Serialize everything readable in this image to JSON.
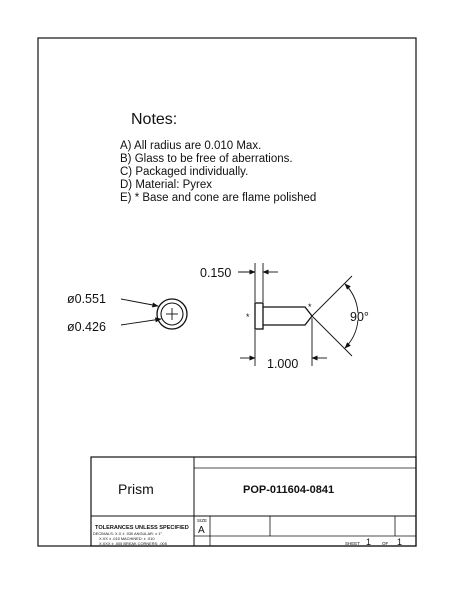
{
  "notes": {
    "title": "Notes:",
    "items": [
      "A) All radius are 0.010 Max.",
      "B) Glass to be free of aberrations.",
      "C) Packaged individually.",
      "D) Material: Pyrex",
      "E) * Base and cone are flame polished"
    ]
  },
  "end_view": {
    "outer_diameter": "ø0.551",
    "inner_diameter": "ø0.426"
  },
  "side_view": {
    "base_thickness": "0.150",
    "length": "1.000",
    "angle": "90°",
    "base_marker": "*",
    "cone_marker": "*"
  },
  "title_block": {
    "part_name": "Prism",
    "part_number": "POP-011604-0841",
    "tolerances_heading": "TOLERANCES UNLESS SPECIFIED",
    "tolerance_lines": [
      "DECIMALS: X.X  ± .030     ANGULAR: ± 1°",
      "X.XX ± .015     MACHINED: ± .010",
      "X.XXX ± .005    BREAK CORNERS: .005"
    ],
    "size_label": "SIZE",
    "size_value": "A",
    "sheet_label": "SHEET",
    "sheet_number": "1",
    "of_label": "OF",
    "sheet_total": "1"
  }
}
